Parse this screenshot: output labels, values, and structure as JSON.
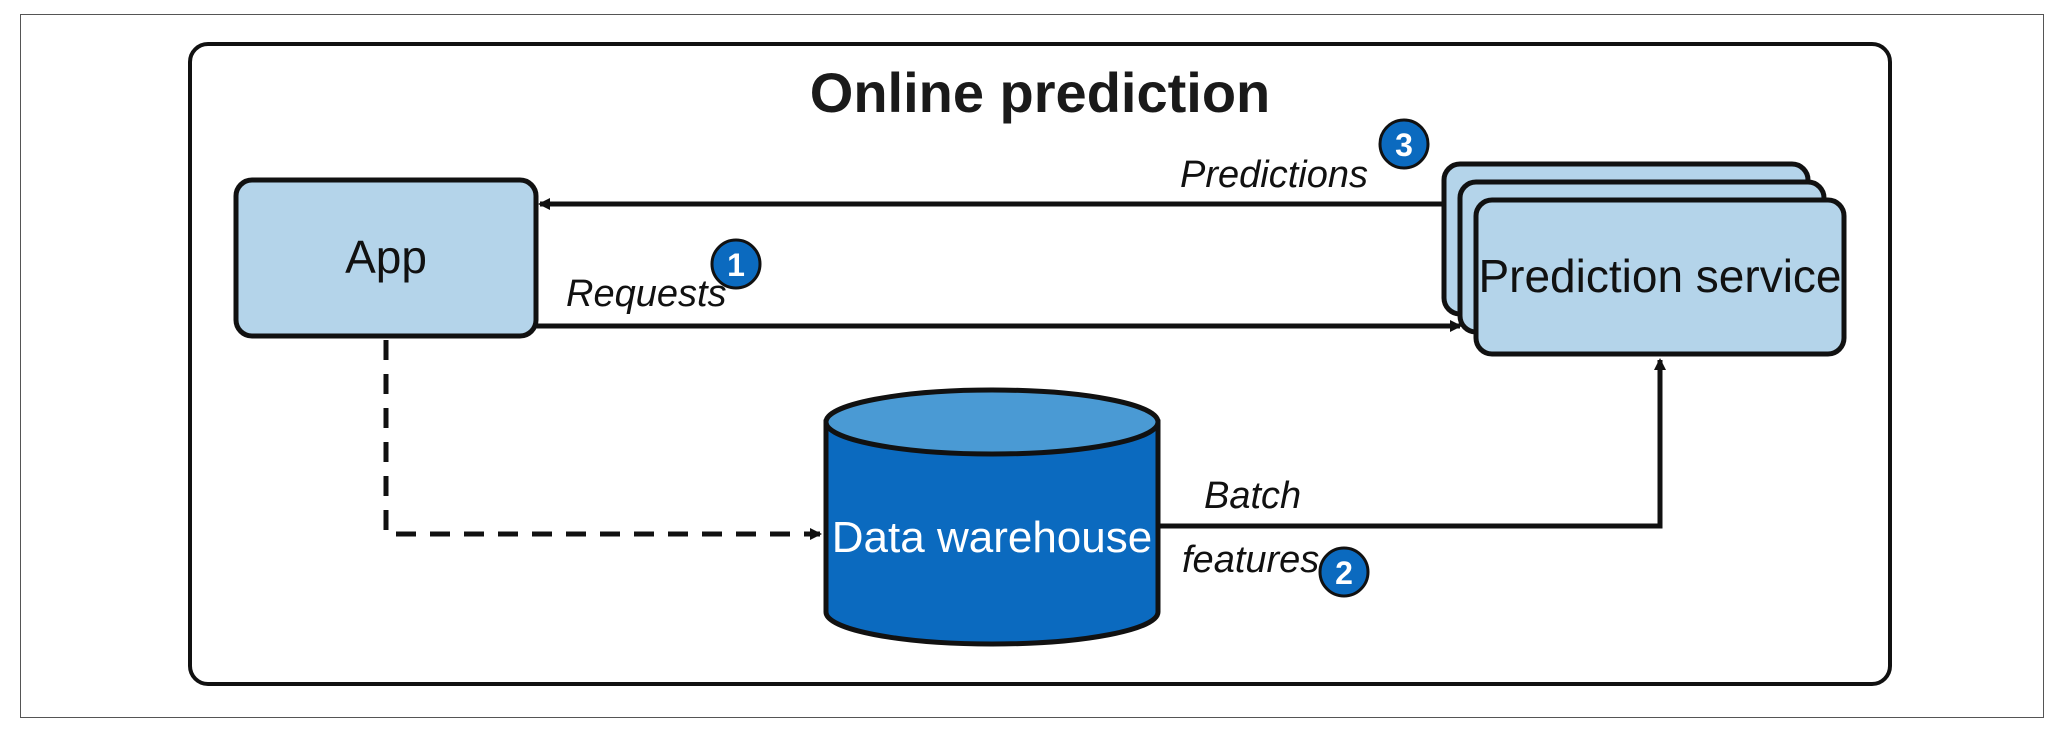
{
  "title": "Online prediction",
  "nodes": {
    "app": "App",
    "prediction_service": "Prediction service",
    "data_warehouse": "Data warehouse"
  },
  "edges": {
    "predictions": "Predictions",
    "requests": "Requests",
    "batch_features_line1": "Batch",
    "batch_features_line2": "features"
  },
  "badges": {
    "requests": "1",
    "batch_features": "2",
    "predictions": "3"
  },
  "colors": {
    "box_fill": "#b4d4ea",
    "cylinder_fill": "#0b6abf",
    "cylinder_top": "#4a9ad4",
    "badge_fill": "#0b6abf",
    "stroke": "#111111"
  }
}
